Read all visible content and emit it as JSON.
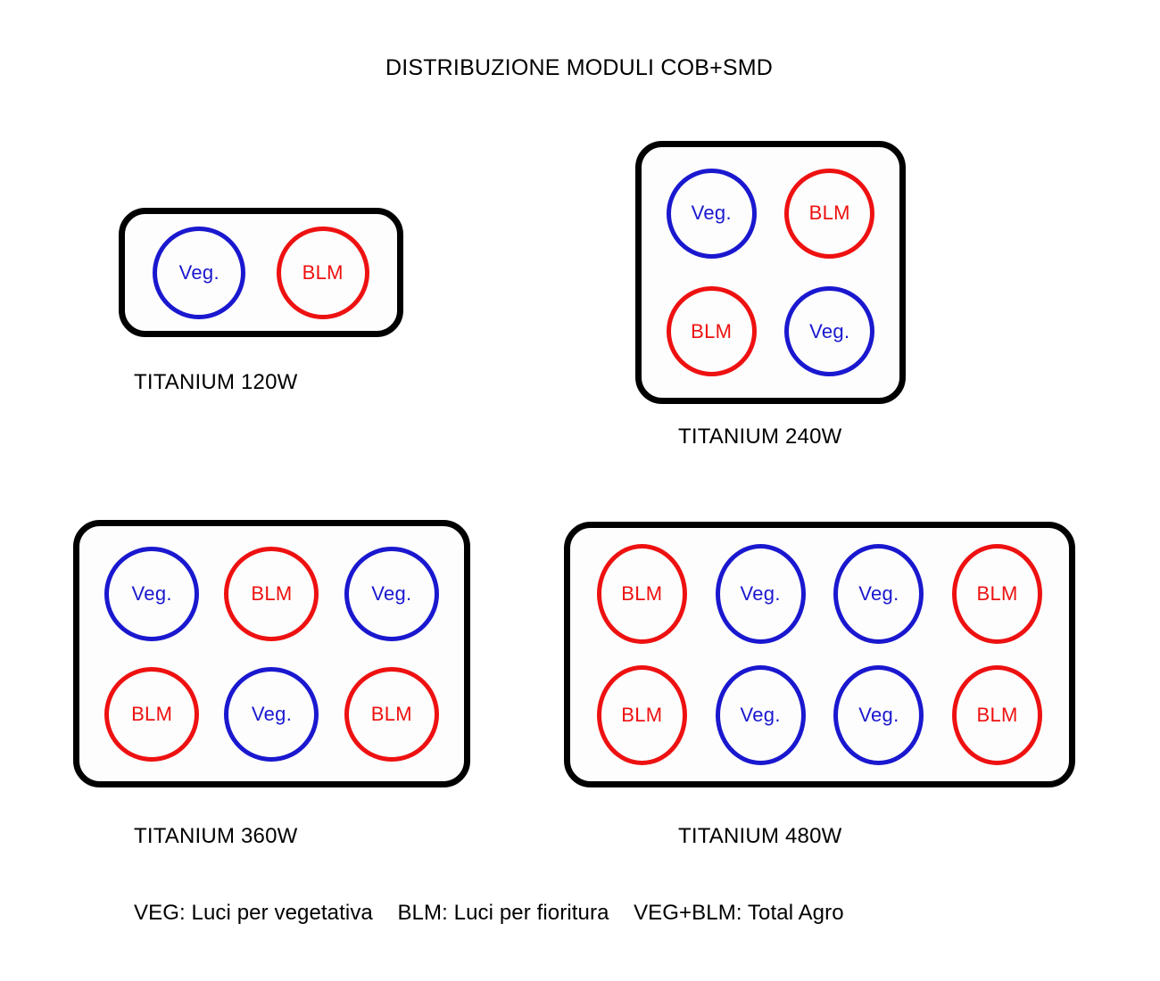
{
  "title": "DISTRIBUZIONE MODULI COB+SMD",
  "colors": {
    "veg": "#1a18cf",
    "blm": "#ee1111",
    "panel_border": "#000000",
    "background": "#ffffff",
    "text": "#000000"
  },
  "module_types": {
    "veg": {
      "label": "Veg.",
      "color": "#1a18cf"
    },
    "blm": {
      "label": "BLM",
      "color": "#ee1111"
    }
  },
  "panels": [
    {
      "caption": "TITANIUM 120W",
      "columns": 2,
      "rows": 1,
      "modules": [
        {
          "type": "veg",
          "label": "Veg."
        },
        {
          "type": "blm",
          "label": "BLM"
        }
      ]
    },
    {
      "caption": "TITANIUM 240W",
      "columns": 2,
      "rows": 2,
      "modules": [
        {
          "type": "veg",
          "label": "Veg."
        },
        {
          "type": "blm",
          "label": "BLM"
        },
        {
          "type": "blm",
          "label": "BLM"
        },
        {
          "type": "veg",
          "label": "Veg."
        }
      ]
    },
    {
      "caption": "TITANIUM 360W",
      "columns": 3,
      "rows": 2,
      "modules": [
        {
          "type": "veg",
          "label": "Veg."
        },
        {
          "type": "blm",
          "label": "BLM"
        },
        {
          "type": "veg",
          "label": "Veg."
        },
        {
          "type": "blm",
          "label": "BLM"
        },
        {
          "type": "veg",
          "label": "Veg."
        },
        {
          "type": "blm",
          "label": "BLM"
        }
      ]
    },
    {
      "caption": "TITANIUM 480W",
      "columns": 4,
      "rows": 2,
      "modules": [
        {
          "type": "blm",
          "label": "BLM"
        },
        {
          "type": "veg",
          "label": "Veg."
        },
        {
          "type": "veg",
          "label": "Veg."
        },
        {
          "type": "blm",
          "label": "BLM"
        },
        {
          "type": "blm",
          "label": "BLM"
        },
        {
          "type": "veg",
          "label": "Veg."
        },
        {
          "type": "veg",
          "label": "Veg."
        },
        {
          "type": "blm",
          "label": "BLM"
        }
      ]
    }
  ],
  "legend": {
    "veg": "VEG:  Luci per vegetativa",
    "blm": "BLM: Luci per fioritura",
    "total": "VEG+BLM: Total Agro"
  }
}
